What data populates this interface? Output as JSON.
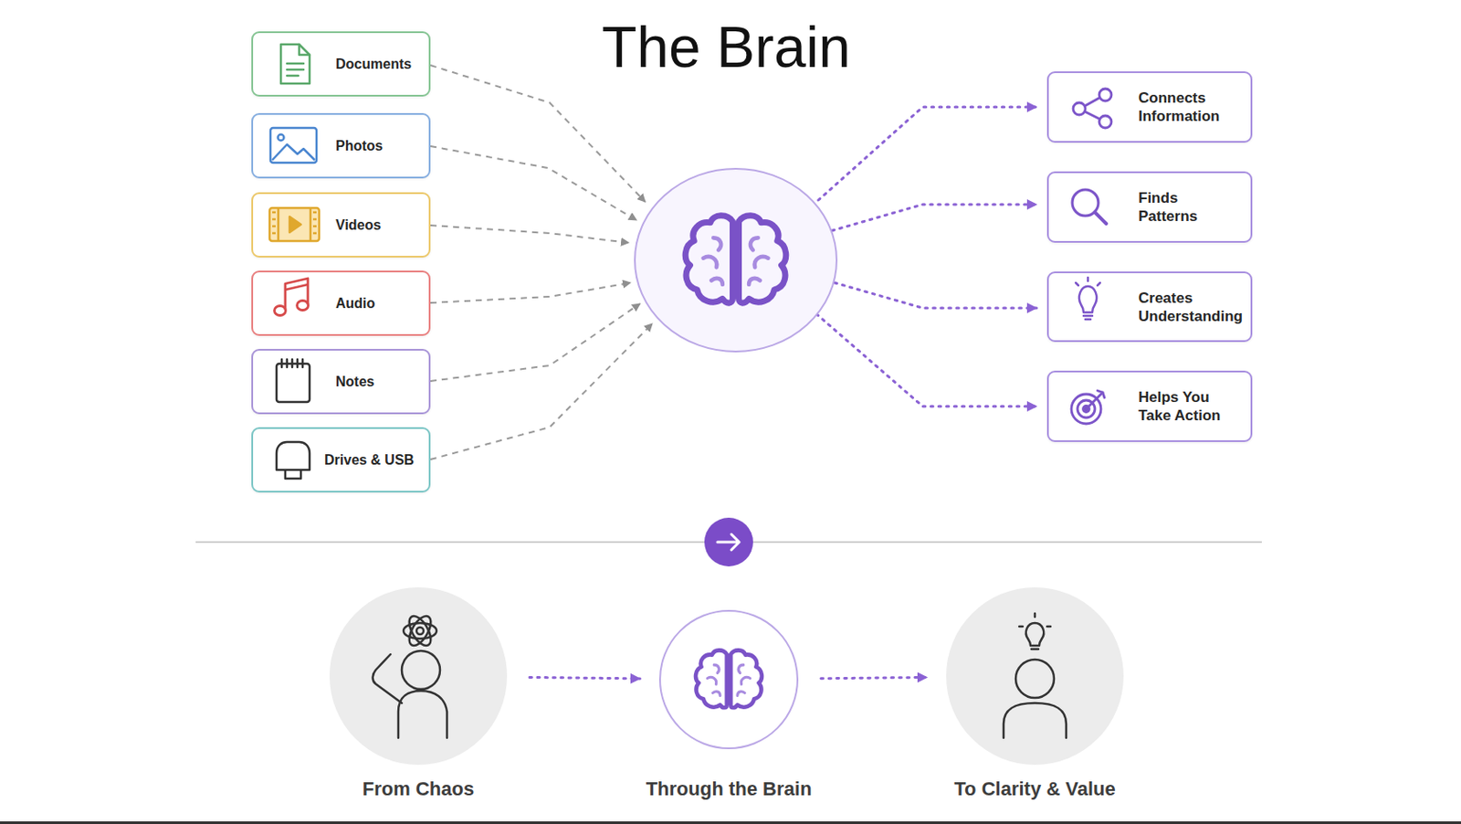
{
  "diagram": {
    "title": "The Brain",
    "nodes": [
      {
        "text": [
          "Documents"
        ]
      },
      {
        "text": [
          "Photos"
        ]
      },
      {
        "text": [
          "Videos"
        ]
      },
      {
        "text": [
          "Audio"
        ]
      },
      {
        "text": [
          "Notes"
        ]
      },
      {
        "text": [
          "Drives & USB"
        ]
      },
      {
        "text": [
          "Connects Information"
        ]
      },
      {
        "text": [
          "Finds Patterns"
        ]
      },
      {
        "text": [
          "Creates Understanding"
        ]
      },
      {
        "text": [
          "Helps You Take Action"
        ]
      },
      {
        "text": [
          "From Chaos"
        ]
      },
      {
        "text": [
          "Through the Brain"
        ]
      },
      {
        "text": [
          "To Clarity & Value"
        ]
      }
    ],
    "edges": [
      {
        "from": 10,
        "to": 11,
        "arrow": "to"
      },
      {
        "from": 11,
        "to": 12,
        "arrow": "to"
      }
    ]
  }
}
